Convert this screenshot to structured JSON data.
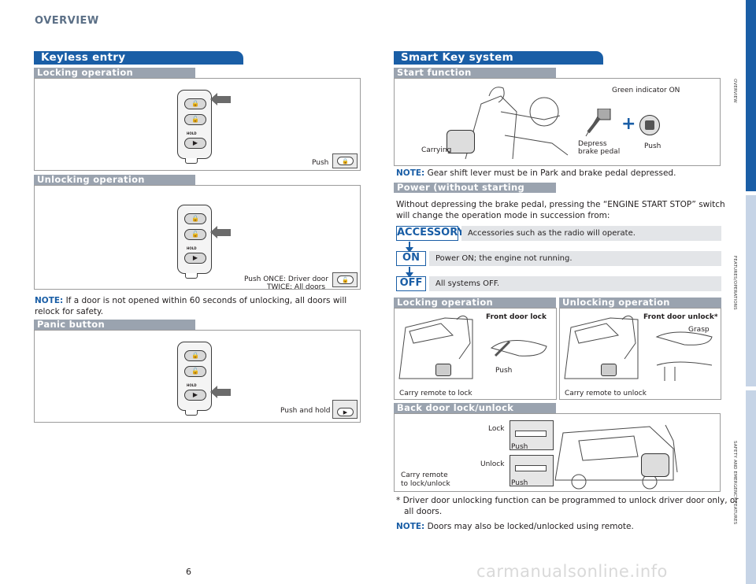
{
  "header": {
    "title": "OVERVIEW"
  },
  "keyless": {
    "title": "Keyless entry",
    "locking": {
      "heading": "Locking operation",
      "push_label": "Push"
    },
    "unlocking": {
      "heading": "Unlocking operation",
      "push_line1": "Push  ONCE: Driver door",
      "push_line2": "TWICE: All doors"
    },
    "note_label": "NOTE:",
    "note_text": " If a door is not opened within 60 seconds of unlocking, all doors will relock for safety.",
    "panic": {
      "heading": "Panic button",
      "label": "Push and hold"
    },
    "fob_hold": "HOLD"
  },
  "smart": {
    "title": "Smart Key system",
    "start": {
      "heading": "Start function",
      "green_indicator": "Green indicator ON",
      "carrying": "Carrying",
      "depress_line1": "Depress",
      "depress_line2": "brake pedal",
      "push": "Push"
    },
    "start_note_label": "NOTE:",
    "start_note_text": " Gear shift lever must be in Park and brake pedal depressed.",
    "power": {
      "heading": "Power (without starting engine)",
      "description_line1": "Without depressing the brake pedal, pressing the “ENGINE START STOP” switch",
      "description_line2": "will change the operation mode in succession from:",
      "modes": [
        {
          "label": "ACCESSORY",
          "desc": "Accessories such as the radio will operate."
        },
        {
          "label": "ON",
          "desc": "Power ON; the engine not running."
        },
        {
          "label": "OFF",
          "desc": "All systems OFF."
        }
      ]
    },
    "lock_op": {
      "heading": "Locking operation",
      "front_door_lock": "Front door lock",
      "push": "Push",
      "carry": "Carry remote to lock"
    },
    "unlock_op": {
      "heading": "Unlocking operation",
      "front_door_unlock": "Front door unlock*",
      "grasp": "Grasp",
      "carry": "Carry remote to unlock"
    },
    "back_door": {
      "heading": "Back door lock/unlock",
      "lock": "Lock",
      "unlock": "Unlock",
      "push": "Push",
      "carry_line1": "Carry remote",
      "carry_line2": "to lock/unlock"
    },
    "footnote_line1": "* Driver door unlocking function can be programmed to unlock driver door only, or",
    "footnote_line2": "all doors.",
    "final_note_label": "NOTE:",
    "final_note_text": " Doors may also be locked/unlocked using remote."
  },
  "page_number": "6",
  "side_tabs": [
    "OVERVIEW",
    "FEATURES/OPERATIONS",
    "SAFETY AND EMERGENCY FEATURES"
  ],
  "colors": {
    "brand_blue": "#1a5ea6",
    "sub_gray": "#9aa3af",
    "tab_light": "#c6d4e6"
  },
  "watermark": "carmanualsonline.info"
}
